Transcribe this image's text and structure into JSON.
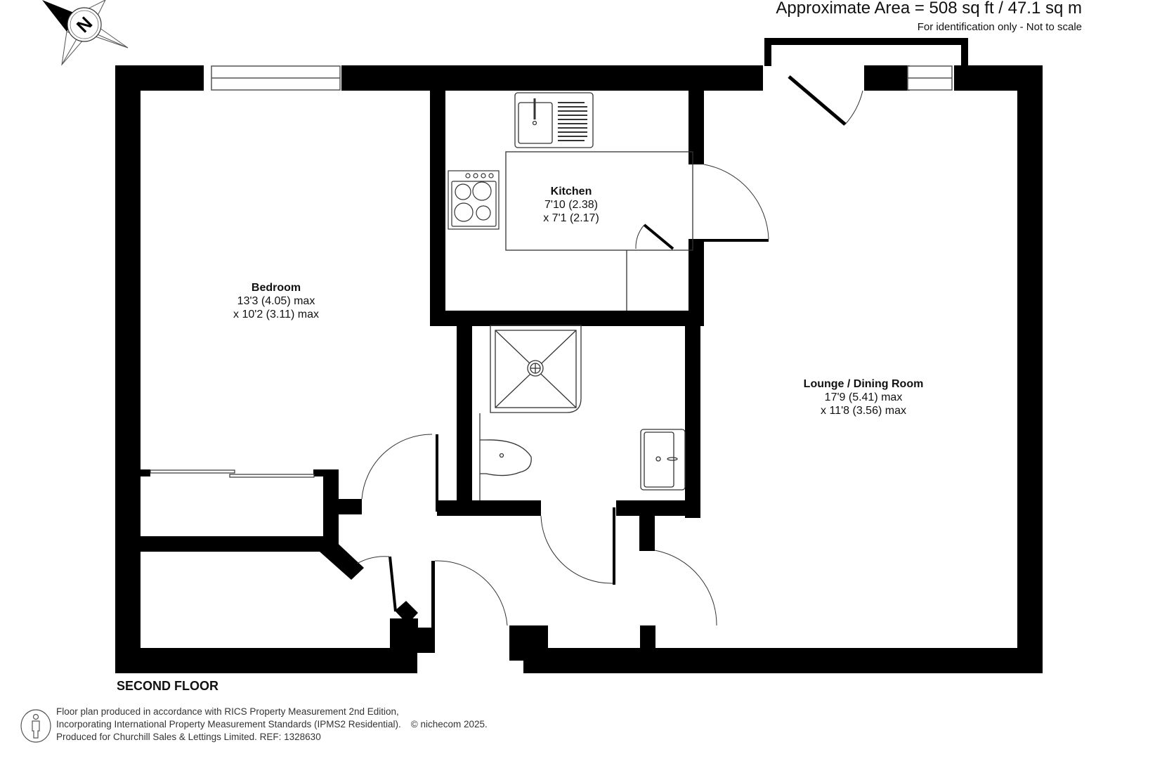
{
  "header": {
    "approximate_area": "Approximate Area = 508 sq ft / 47.1 sq m",
    "note": "For identification only - Not to scale"
  },
  "compass": {
    "icon": "north-compass-icon",
    "letter": "N"
  },
  "floor": {
    "title": "SECOND FLOOR"
  },
  "rooms": [
    {
      "id": "bedroom",
      "name": "Bedroom",
      "dim1": "13'3 (4.05) max",
      "dim2": "x 10'2 (3.11) max"
    },
    {
      "id": "kitchen",
      "name": "Kitchen",
      "dim1": "7'10 (2.38)",
      "dim2": "x 7'1 (2.17)"
    },
    {
      "id": "lounge",
      "name": "Lounge / Dining Room",
      "dim1": "17'9 (5.41) max",
      "dim2": "x 11'8 (3.56) max"
    }
  ],
  "footer": {
    "icon": "person-icon",
    "line1": "Floor plan produced in accordance with RICS Property Measurement 2nd Edition,",
    "line2": "Incorporating International Property Measurement Standards (IPMS2 Residential).",
    "copyright": "© nichecom 2025.",
    "line3": "Produced for Churchill Sales & Lettings Limited.   REF: 1328630"
  },
  "colors": {
    "wall": "#000000",
    "background": "#ffffff",
    "fixture_line": "#333333"
  }
}
